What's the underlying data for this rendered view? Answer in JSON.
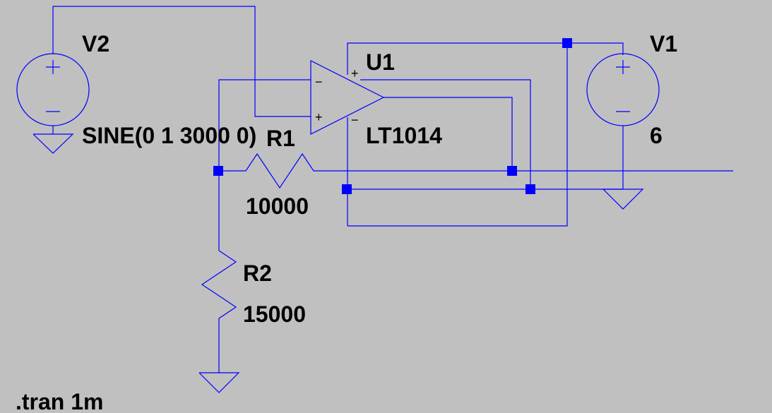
{
  "colors": {
    "background": "#c0c0c0",
    "wire": "#0000ff",
    "text": "#000000"
  },
  "components": {
    "v2": {
      "name": "V2",
      "value": "SINE(0 1 3000 0)"
    },
    "v1": {
      "name": "V1",
      "value": "6"
    },
    "u1": {
      "name": "U1",
      "value": "LT1014"
    },
    "r1": {
      "name": "R1",
      "value": "10000"
    },
    "r2": {
      "name": "R2",
      "value": "15000"
    }
  },
  "directive": ".tran 1m",
  "icons": [
    "voltage-source-icon",
    "ground-icon",
    "resistor-icon",
    "opamp-icon",
    "junction-node-icon"
  ]
}
